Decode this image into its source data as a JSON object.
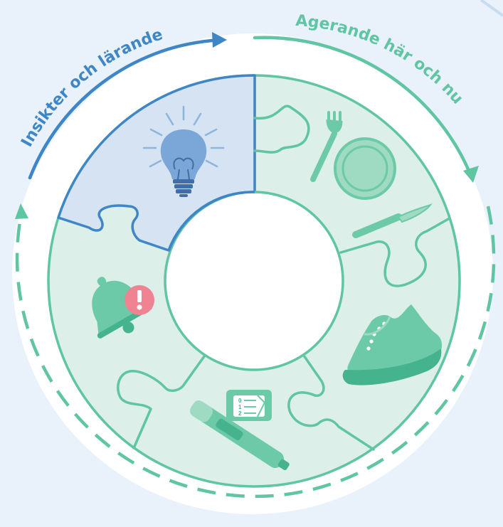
{
  "diagram": {
    "label_left": "Insikter och lärande",
    "label_right": "Agerande här och nu",
    "pen_dose_marks": [
      "0",
      "1",
      "2"
    ]
  },
  "colors": {
    "background": "#e9f1fa",
    "blue": "#3f86c6",
    "blue_fill": "#d6e3f2",
    "teal": "#5fc5a2",
    "teal_fill": "#dcefe8",
    "teal_icon": "#6ccaa9",
    "teal_dark": "#45b38e",
    "alert_red": "#ef8391",
    "white": "#ffffff"
  },
  "pieces": [
    {
      "name": "insight-piece",
      "icon": "lightbulb-icon"
    },
    {
      "name": "meal-piece",
      "icon": "fork-plate-knife-icon"
    },
    {
      "name": "exercise-piece",
      "icon": "sneaker-icon"
    },
    {
      "name": "insulin-piece",
      "icon": "insulin-pen-icon"
    },
    {
      "name": "alarm-piece",
      "icon": "alarm-bell-icon"
    }
  ]
}
